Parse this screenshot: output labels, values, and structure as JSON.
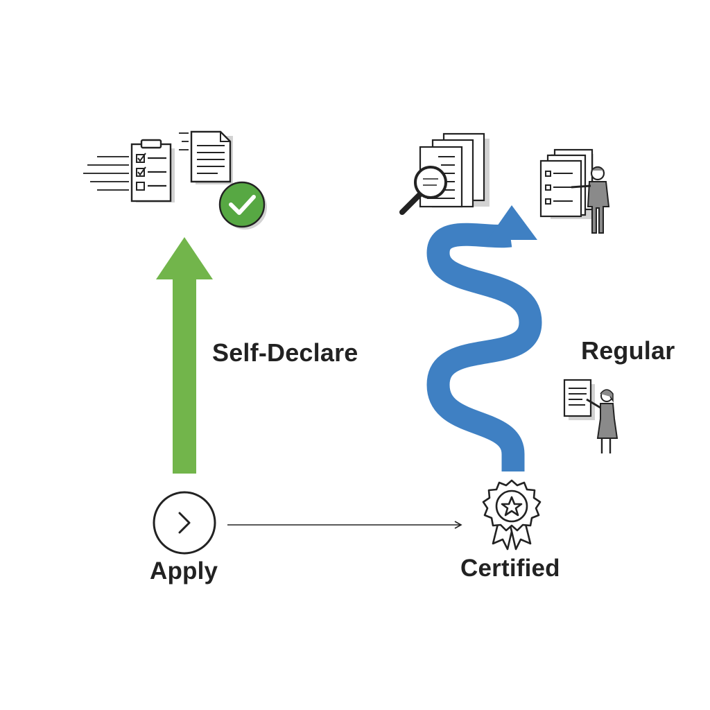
{
  "labels": {
    "self_declare": "Self-Declare",
    "regular": "Regular",
    "apply": "Apply",
    "certified": "Certified"
  },
  "colors": {
    "green_path": "#72b54b",
    "blue_path": "#3f80c3",
    "check_badge": "#57a843",
    "ink": "#222222",
    "shadow": "#d2d2d2",
    "person": "#8a8a8a"
  },
  "icons": {
    "apply": "chevron-right-circle-icon",
    "certified": "award-ribbon-star-icon",
    "self_declare_docs": "checklist-clipboard-icon",
    "approved": "check-circle-icon",
    "review": "magnifier-documents-icon",
    "presenter_male": "presenter-man-icon",
    "presenter_female": "presenter-woman-icon"
  }
}
